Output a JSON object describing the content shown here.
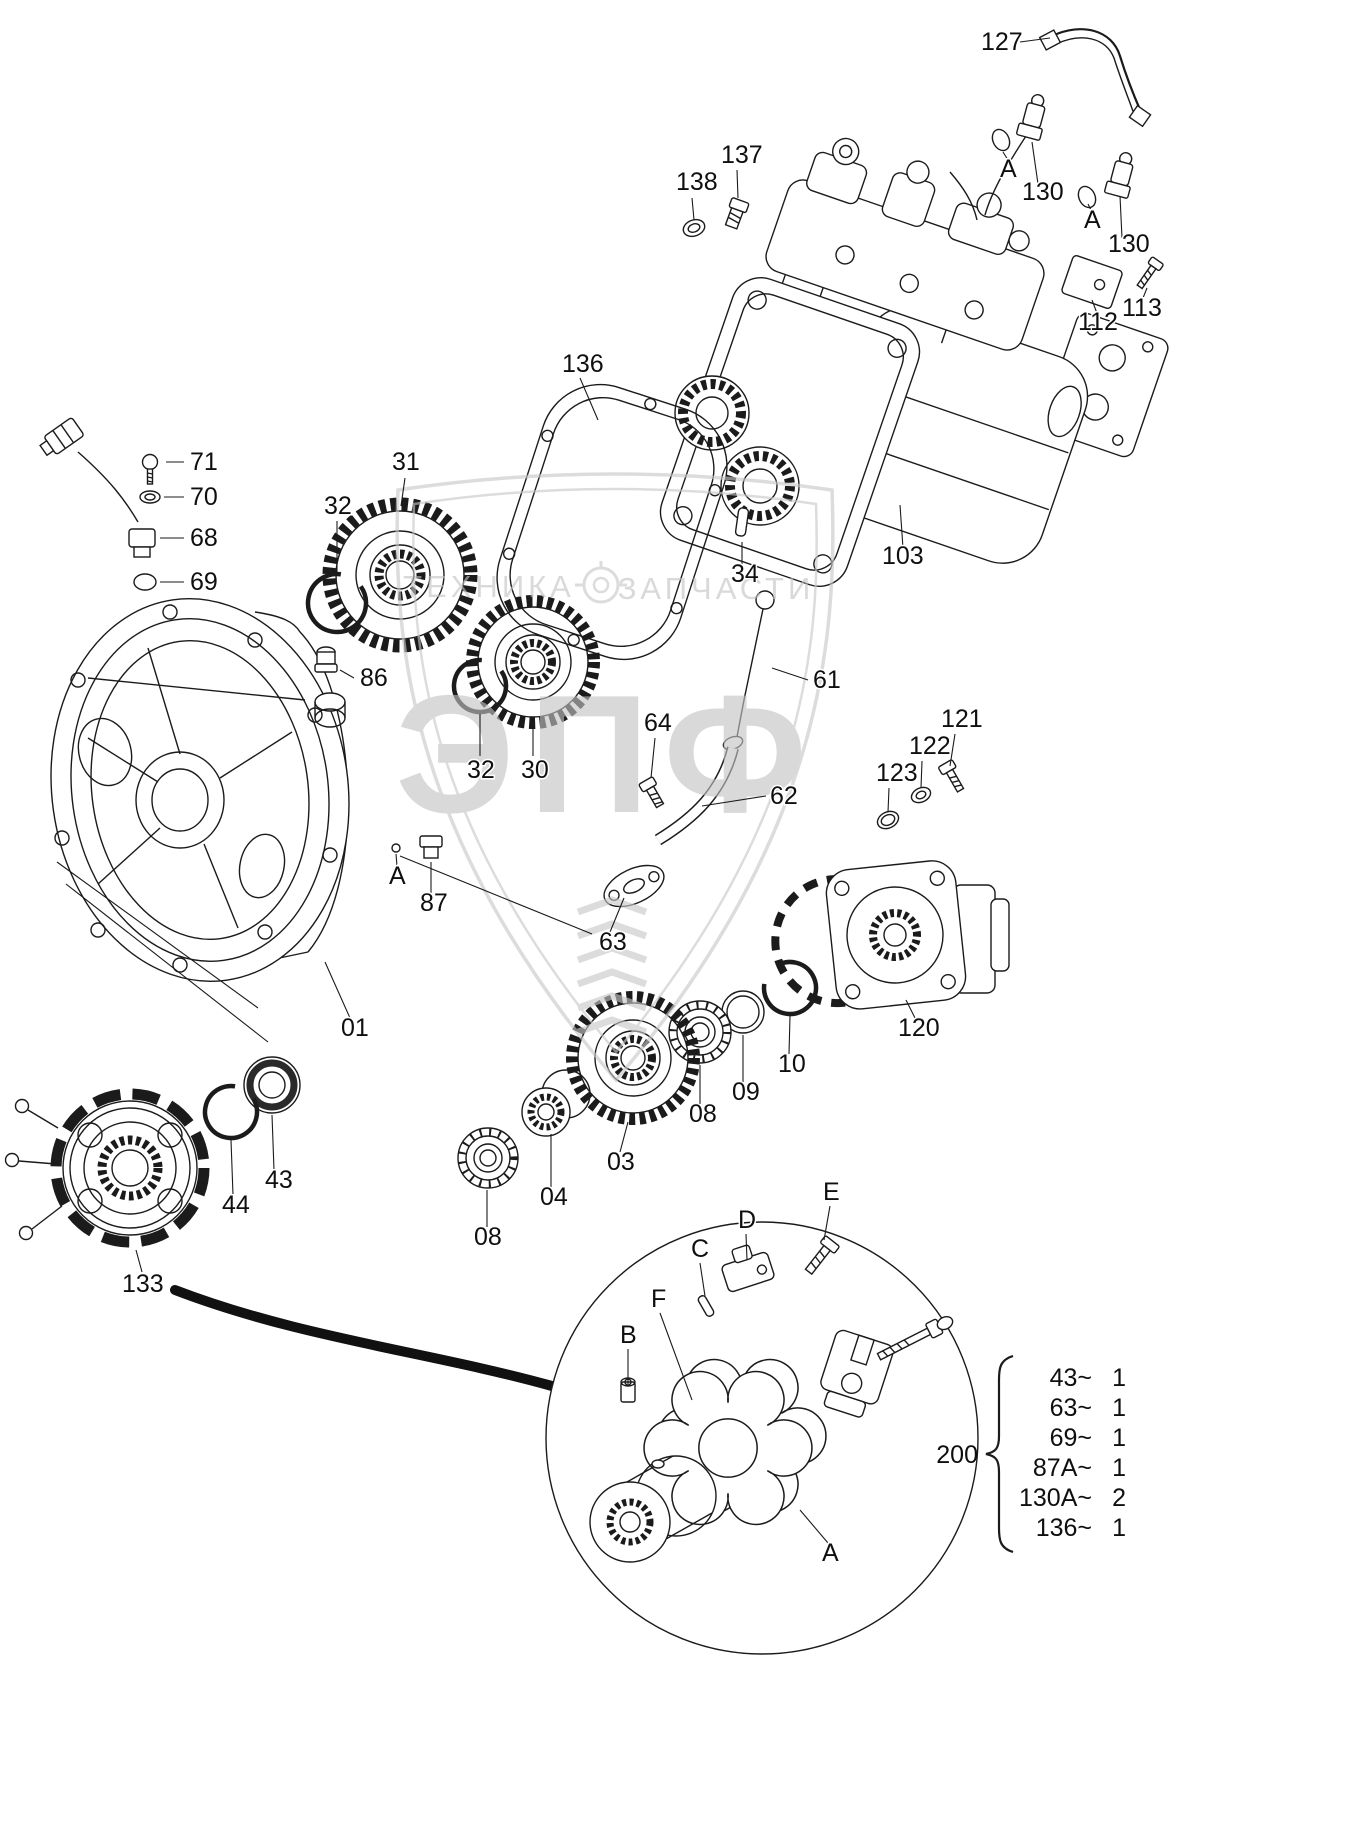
{
  "watermark": {
    "big": "ЭПФ",
    "left": "ТЕХНИКА",
    "right": "ЗАПЧАСТИ"
  },
  "callouts": {
    "c127": "127",
    "c138": "138",
    "c137": "137",
    "cA1": "A",
    "c130a": "130",
    "cA2": "A",
    "c130b": "130",
    "c112": "112",
    "c113": "113",
    "c136": "136",
    "c103": "103",
    "c71": "71",
    "c70": "70",
    "c68": "68",
    "c69": "69",
    "c31": "31",
    "c32a": "32",
    "c86": "86",
    "c32b": "32",
    "c30": "30",
    "c34": "34",
    "c61": "61",
    "c64": "64",
    "c62": "62",
    "c121": "121",
    "c122": "122",
    "c123": "123",
    "cA3": "A",
    "c87": "87",
    "c63": "63",
    "c01": "01",
    "c120": "120",
    "c10": "10",
    "c09": "09",
    "c08a": "08",
    "c03": "03",
    "c04": "04",
    "c08b": "08",
    "c43": "43",
    "c44": "44",
    "c133": "133",
    "dE": "E",
    "dD": "D",
    "dC": "C",
    "dF": "F",
    "dB": "B",
    "dA": "A"
  },
  "parts_list": {
    "group_label": "200",
    "entries": [
      {
        "ref": "43~",
        "qty": "1"
      },
      {
        "ref": "63~",
        "qty": "1"
      },
      {
        "ref": "69~",
        "qty": "1"
      },
      {
        "ref": "87A~",
        "qty": "1"
      },
      {
        "ref": "130A~",
        "qty": "2"
      },
      {
        "ref": "136~",
        "qty": "1"
      }
    ]
  }
}
